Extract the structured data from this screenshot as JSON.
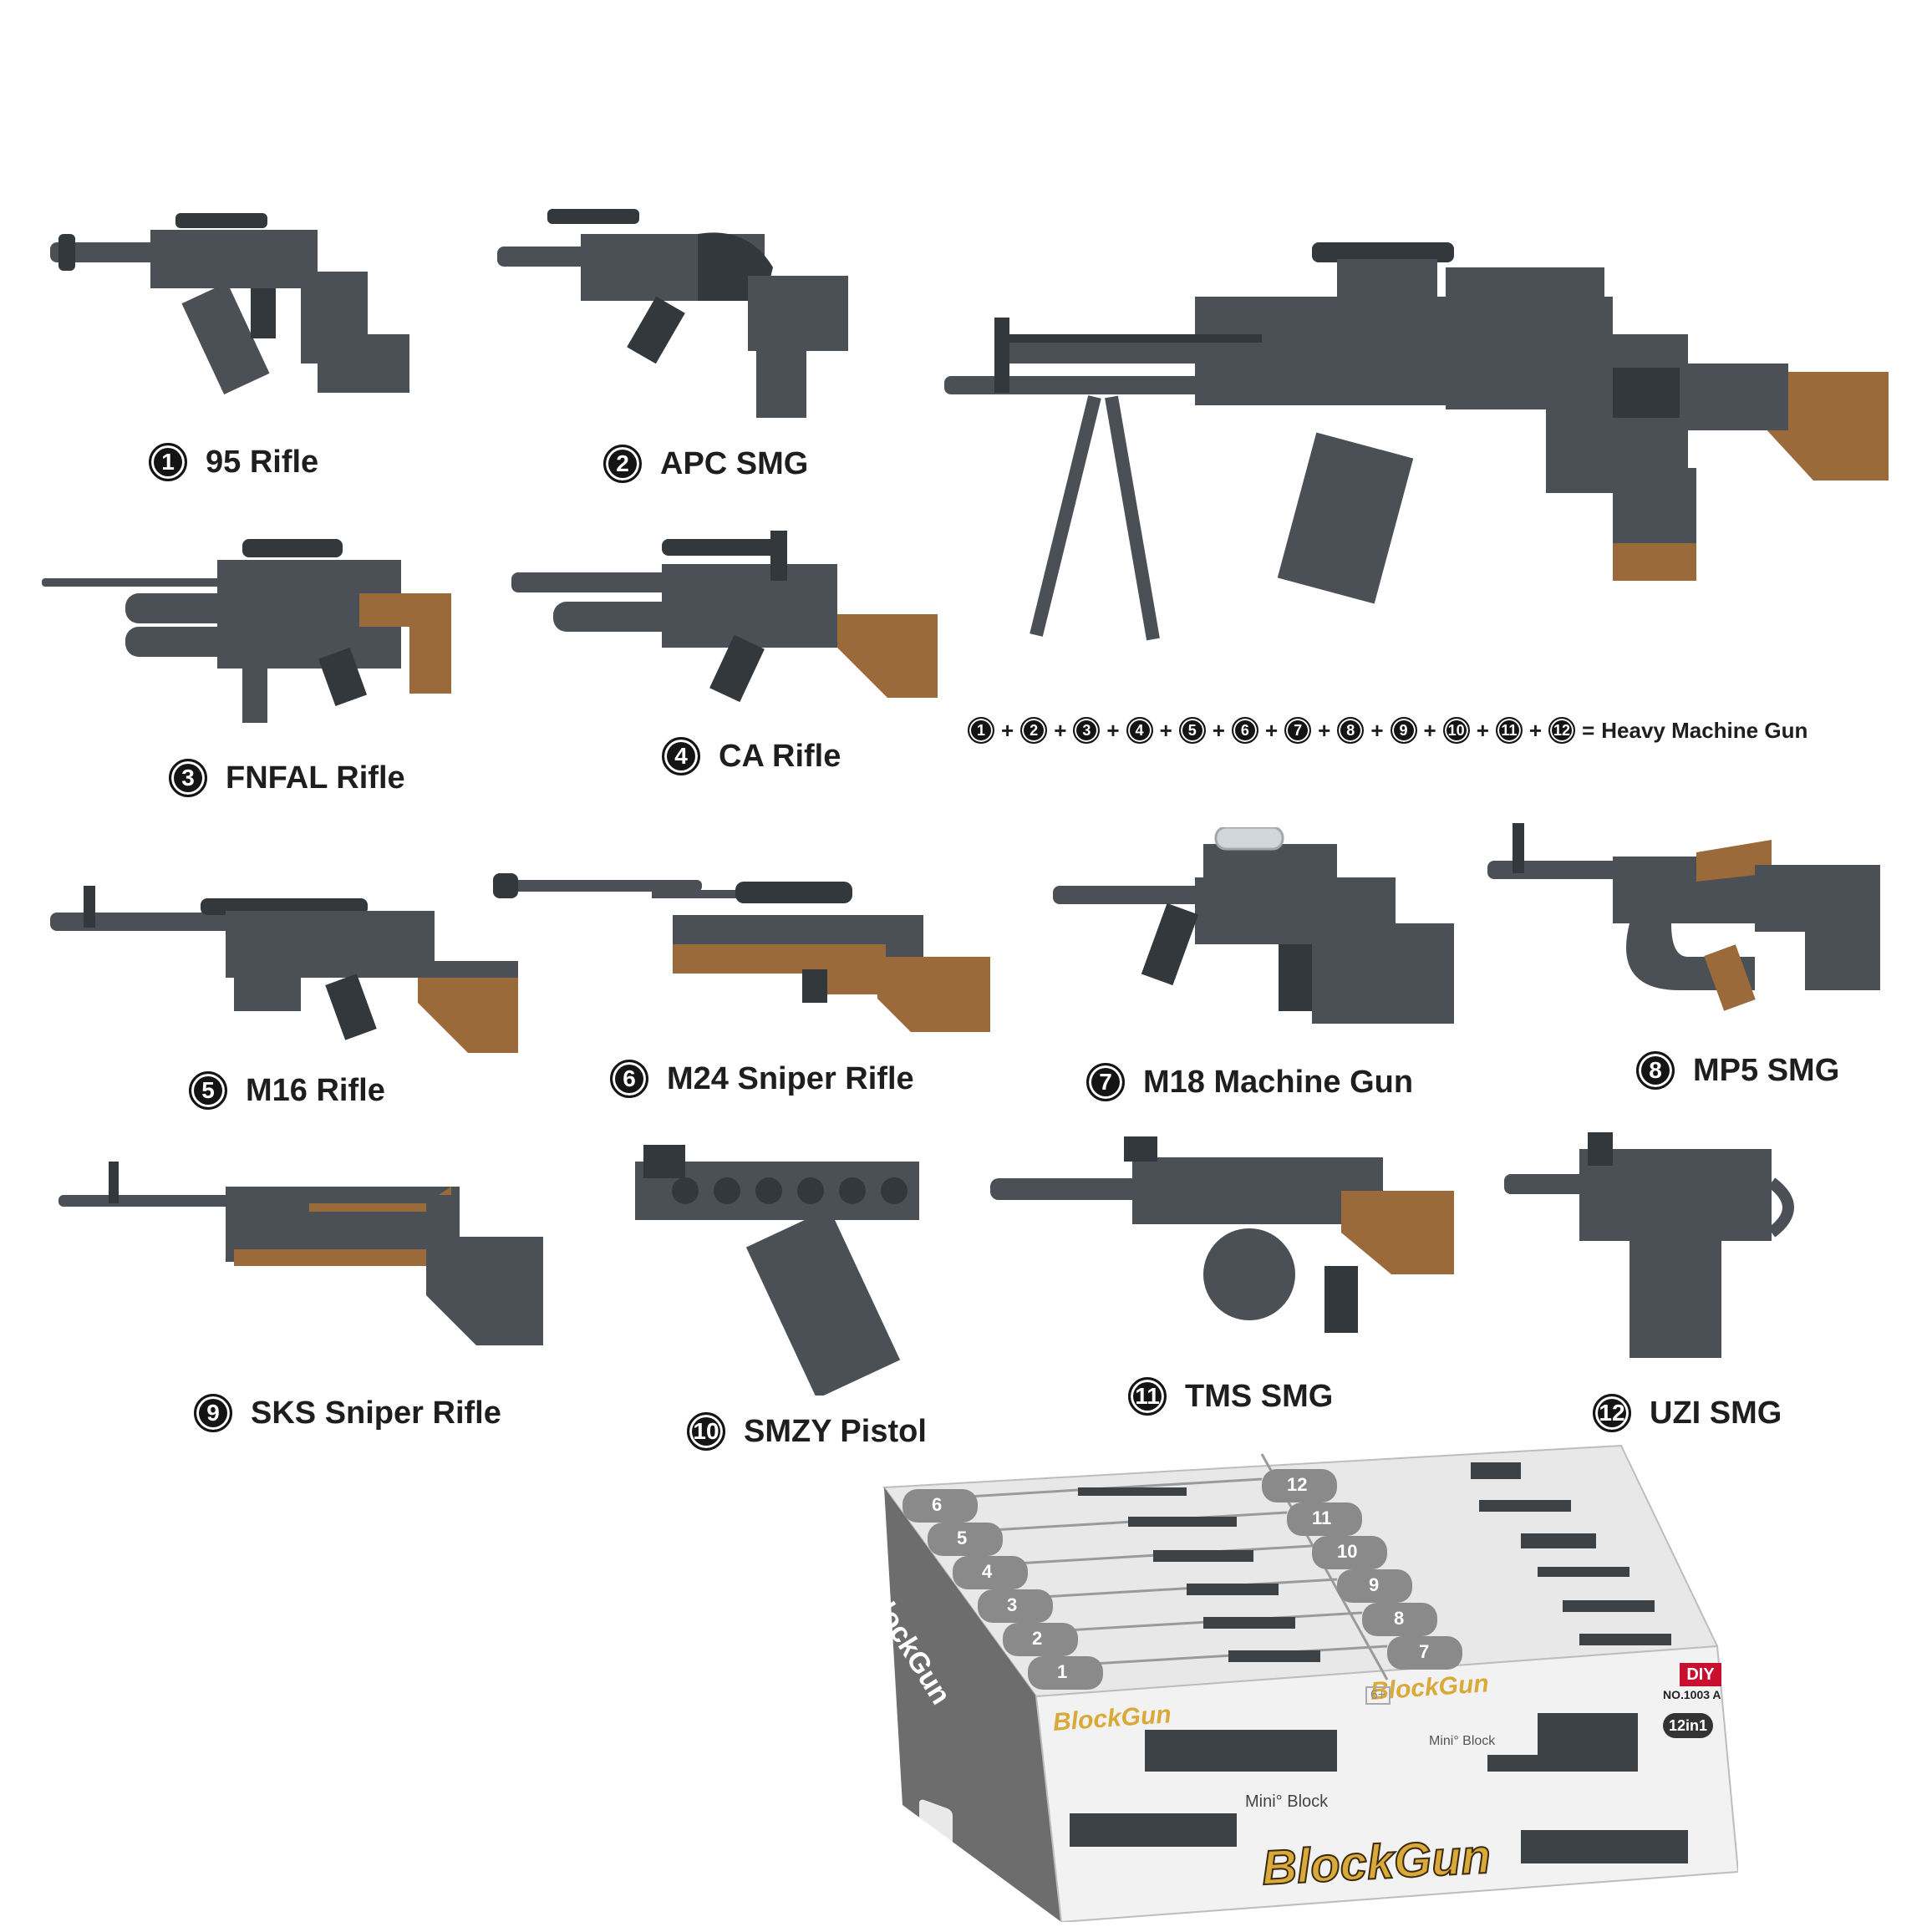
{
  "guns": [
    {
      "number": "1",
      "name": "95 Rifle"
    },
    {
      "number": "2",
      "name": "APC SMG"
    },
    {
      "number": "3",
      "name": "FNFAL Rifle"
    },
    {
      "number": "4",
      "name": "CA Rifle"
    },
    {
      "number": "5",
      "name": "M16 Rifle"
    },
    {
      "number": "6",
      "name": "M24 Sniper Rifle"
    },
    {
      "number": "7",
      "name": "M18 Machine Gun"
    },
    {
      "number": "8",
      "name": "MP5 SMG"
    },
    {
      "number": "9",
      "name": "SKS Sniper Rifle"
    },
    {
      "number": "10",
      "name": "SMZY Pistol"
    },
    {
      "number": "11",
      "name": "TMS SMG"
    },
    {
      "number": "12",
      "name": "UZI SMG"
    }
  ],
  "formula": {
    "numbers": [
      "1",
      "2",
      "3",
      "4",
      "5",
      "6",
      "7",
      "8",
      "9",
      "10",
      "11",
      "12"
    ],
    "plus": "+",
    "equals": "=",
    "result": "Heavy Machine Gun"
  },
  "box": {
    "brand": "BlockGun",
    "sub_brand": "Mini° Block",
    "diy": "DIY",
    "model_no": "NO.1003 A",
    "count_badge": "12in1",
    "age": "6+",
    "slots_left": [
      "6",
      "5",
      "4",
      "3",
      "2",
      "1"
    ],
    "slots_right": [
      "12",
      "11",
      "10",
      "9",
      "8",
      "7"
    ]
  },
  "colors": {
    "gun_gray": "#4a5055",
    "gun_dark": "#33383c",
    "gun_light": "#6a7075",
    "wood": "#9a6a3a",
    "wood_dark": "#7a522c",
    "box_gray": "#7b7b7b",
    "brand_gold": "#d9a93a"
  }
}
